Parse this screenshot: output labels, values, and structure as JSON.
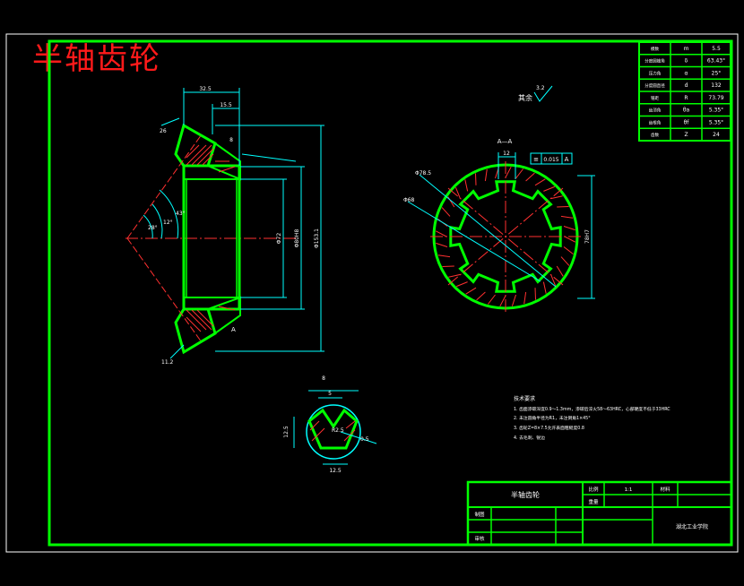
{
  "title_watermark": "半轴齿轮",
  "colors": {
    "frame": "#00ff00",
    "dimension": "#00ffff",
    "centerline": "#ff3030",
    "text": "#ffffff",
    "hatch": "#ff3030",
    "background": "#000000"
  },
  "roughness_note": "其余",
  "roughness_value": "3.2",
  "section_label": "A—A",
  "tolerance": {
    "symbol": "≡",
    "value": "0.015",
    "datum": "A"
  },
  "datum_label": "A",
  "dims_left": {
    "top_width": "32.5",
    "top_inner": "15.5",
    "depth": "8",
    "diam_bore": "Φ72",
    "diam_mid": "Φ80H8",
    "diam_outer": "Φ153.1",
    "angle_a": "12°",
    "angle_b": "43°",
    "angle_c": "28°",
    "bottom": "11.2",
    "side": "26"
  },
  "dims_right": {
    "width_top": "12",
    "diam_out": "Φ78.5",
    "diam_in": "Φ68",
    "height": "78H7"
  },
  "detail_dims": {
    "top": "8",
    "sub": "5",
    "left": "12.5",
    "bottom": "12.5",
    "r": "R2.5",
    "r2": "0.5"
  },
  "params_table": [
    {
      "name": "模数",
      "sym": "m",
      "val": "5.5"
    },
    {
      "name": "分度圆锥角",
      "sym": "δ",
      "val": "63.43°"
    },
    {
      "name": "压力角",
      "sym": "α",
      "val": "25°"
    },
    {
      "name": "分度圆直径",
      "sym": "d",
      "val": "132"
    },
    {
      "name": "锥距",
      "sym": "R",
      "val": "73.79"
    },
    {
      "name": "齿顶角",
      "sym": "θa",
      "val": "5.35°"
    },
    {
      "name": "齿根角",
      "sym": "θf",
      "val": "5.35°"
    },
    {
      "name": "齿数",
      "sym": "Z",
      "val": "24"
    }
  ],
  "tech_requirements": {
    "heading": "技术要求",
    "items": [
      "1. 齿面渗碳深度0.9～1.3mm，渗碳后淬火58～63HRC，心部硬度不低于33HRC",
      "2. 未注圆角半径为R1，未注倒角1×45°",
      "3. 齿轮Z=8×7.5允许表面粗糙度0.8",
      "4. 去毛刺、锐边"
    ]
  },
  "title_block": {
    "part_name": "半轴齿轮",
    "ratio_label": "比例",
    "ratio_value": "1:1",
    "material_label": "材料",
    "weight_label": "重量",
    "drawn_label": "制图",
    "check_label": "审核",
    "school": "湖北工业学院"
  }
}
